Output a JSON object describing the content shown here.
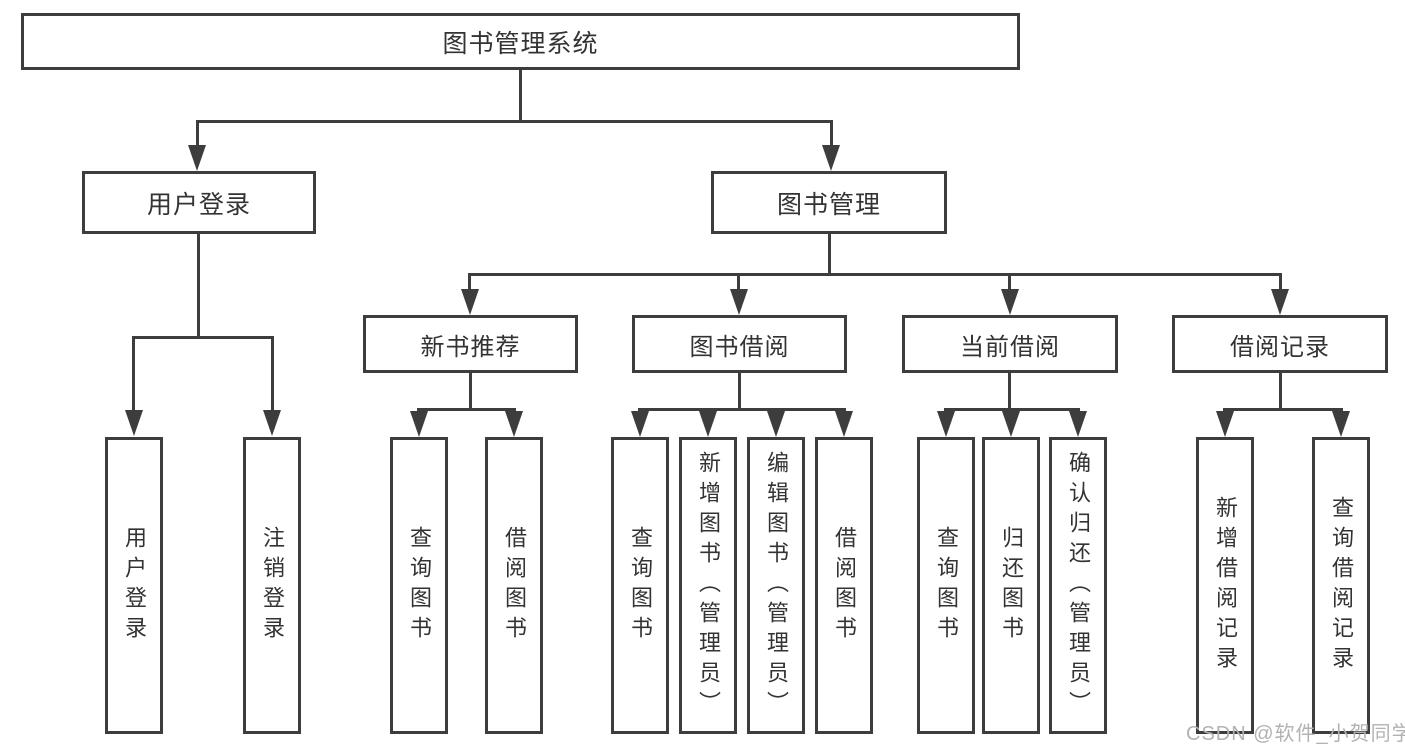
{
  "diagram": {
    "root": "图书管理系统",
    "level2": [
      "用户登录",
      "图书管理"
    ],
    "level3": [
      "新书推荐",
      "图书借阅",
      "当前借阅",
      "借阅记录"
    ],
    "leaves_login": [
      "用户登录",
      "注销登录"
    ],
    "leaves_newbook": [
      "查询图书",
      "借阅图书"
    ],
    "leaves_borrow": [
      "查询图书",
      "新增图书（管理员）",
      "编辑图书（管理员）",
      "借阅图书"
    ],
    "leaves_current": [
      "查询图书",
      "归还图书",
      "确认归还（管理员）"
    ],
    "leaves_record": [
      "新增借阅记录",
      "查询借阅记录"
    ]
  },
  "watermark": {
    "text": "CSDN @软件_小贺同学"
  },
  "colors": {
    "line": "#3d3d3d",
    "text": "#333333",
    "watermark": "#b2b2b2"
  }
}
